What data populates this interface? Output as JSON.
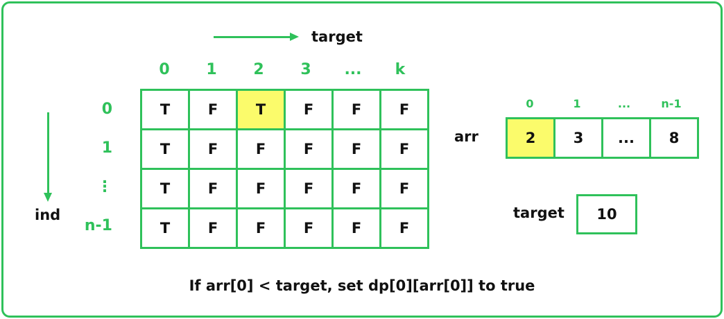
{
  "top_label": "target",
  "side_label": "ind",
  "column_headers": [
    "0",
    "1",
    "2",
    "3",
    "...",
    "k"
  ],
  "row_headers": [
    "0",
    "1",
    "⋮",
    "n-1"
  ],
  "dp_table": [
    [
      "T",
      "F",
      "T",
      "F",
      "F",
      "F"
    ],
    [
      "T",
      "F",
      "F",
      "F",
      "F",
      "F"
    ],
    [
      "T",
      "F",
      "F",
      "F",
      "F",
      "F"
    ],
    [
      "T",
      "F",
      "F",
      "F",
      "F",
      "F"
    ]
  ],
  "highlighted_cell": {
    "row": 0,
    "col": 2
  },
  "arr": {
    "label": "arr",
    "indices": [
      "0",
      "1",
      "...",
      "n-1"
    ],
    "values": [
      "2",
      "3",
      "...",
      "8"
    ],
    "highlighted_index": 0
  },
  "target": {
    "label": "target",
    "value": "10"
  },
  "caption": "If arr[0] < target, set dp[0][arr[0]] to true",
  "colors": {
    "accent": "#2fc15a",
    "highlight": "#fbfb6b"
  }
}
